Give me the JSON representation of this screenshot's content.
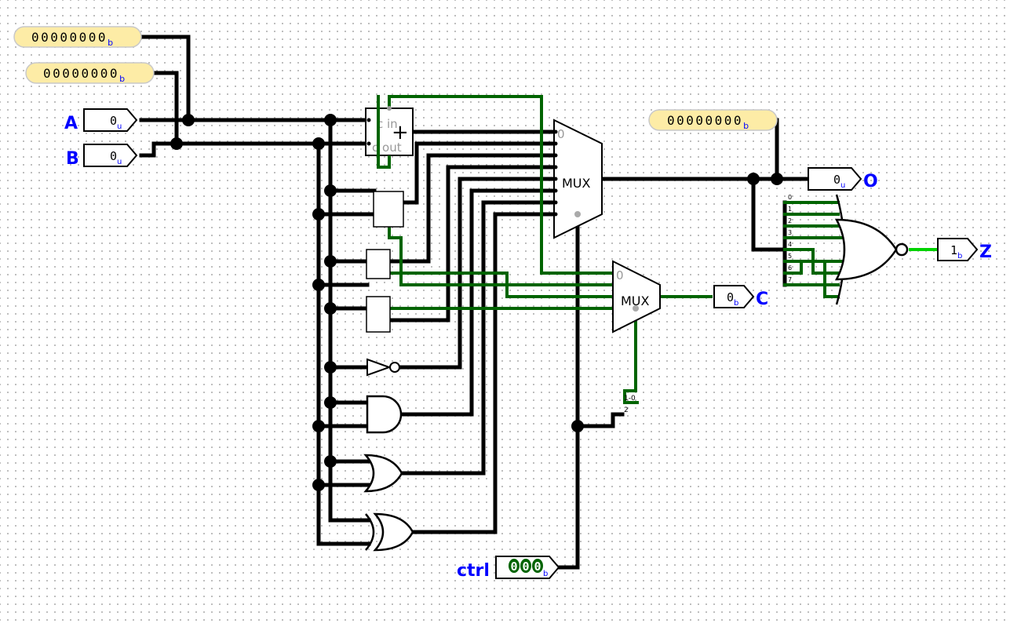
{
  "colors": {
    "wire": "#000000",
    "bit_wire": "#006400",
    "active_wire": "#00d200",
    "label": "#0000ff",
    "const_fill": "#fdeca6",
    "const_stroke": "#c9c9c9",
    "grey": "#999999"
  },
  "constants": [
    {
      "id": "const-a",
      "value": "00000000",
      "suffix": "b"
    },
    {
      "id": "const-b",
      "value": "00000000",
      "suffix": "b"
    },
    {
      "id": "const-o",
      "value": "00000000",
      "suffix": "b"
    }
  ],
  "inputs": {
    "a": {
      "label": "A",
      "value": "0",
      "suffix": "u"
    },
    "b": {
      "label": "B",
      "value": "0",
      "suffix": "u"
    },
    "ctrl": {
      "label": "ctrl",
      "bits": [
        "0",
        "0",
        "0"
      ],
      "suffix": "b"
    }
  },
  "outputs": {
    "o": {
      "label": "O",
      "value": "0",
      "suffix": "u"
    },
    "c": {
      "label": "C",
      "value": "0",
      "suffix": "b"
    },
    "z": {
      "label": "Z",
      "value": "1",
      "suffix": "b"
    }
  },
  "adder": {
    "cin": "c in",
    "cout": "c out",
    "symbol": "+"
  },
  "mux_main": {
    "label": "MUX",
    "first_input": "0"
  },
  "mux_carry": {
    "label": "MUX",
    "first_input": "0"
  },
  "splitter_ctrl": {
    "low": "1-0",
    "high": "2"
  },
  "splitter_o": {
    "bits": [
      "0",
      "1",
      "2",
      "3",
      "4",
      "5",
      "6",
      "7"
    ]
  }
}
